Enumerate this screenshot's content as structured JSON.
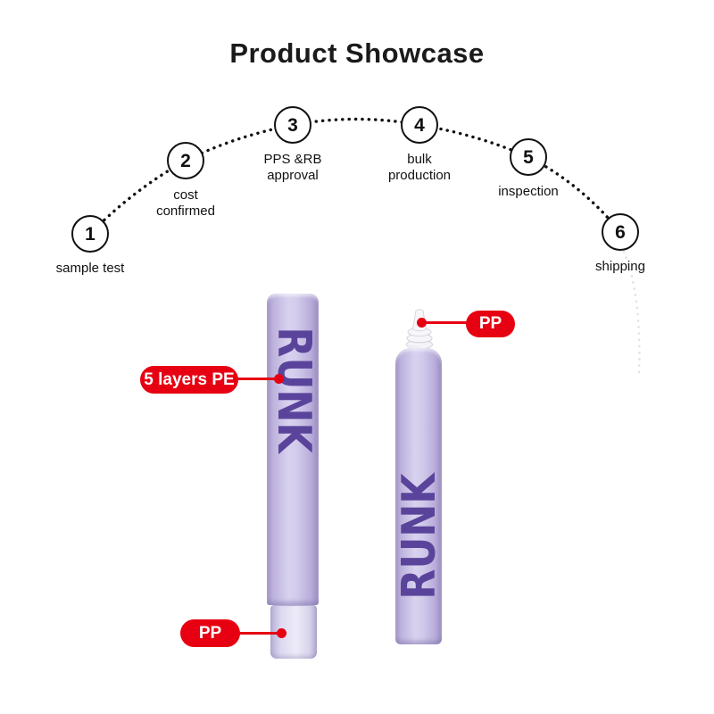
{
  "title": "Product Showcase",
  "process_steps": [
    {
      "number": "1",
      "label": "sample test"
    },
    {
      "number": "2",
      "label": "cost confirmed"
    },
    {
      "number": "3",
      "label": "PPS &RB approval"
    },
    {
      "number": "4",
      "label": "bulk production"
    },
    {
      "number": "5",
      "label": "inspection"
    },
    {
      "number": "6",
      "label": "shipping"
    }
  ],
  "product": {
    "brand_text": "RUNK",
    "callouts": {
      "body_material": "5 layers PE",
      "nozzle_material": "PP",
      "cap_material": "PP"
    }
  },
  "colors": {
    "callout_red": "#e60012",
    "tube_lavender": "#c8bfe3",
    "brand_purple": "#5a449b"
  }
}
